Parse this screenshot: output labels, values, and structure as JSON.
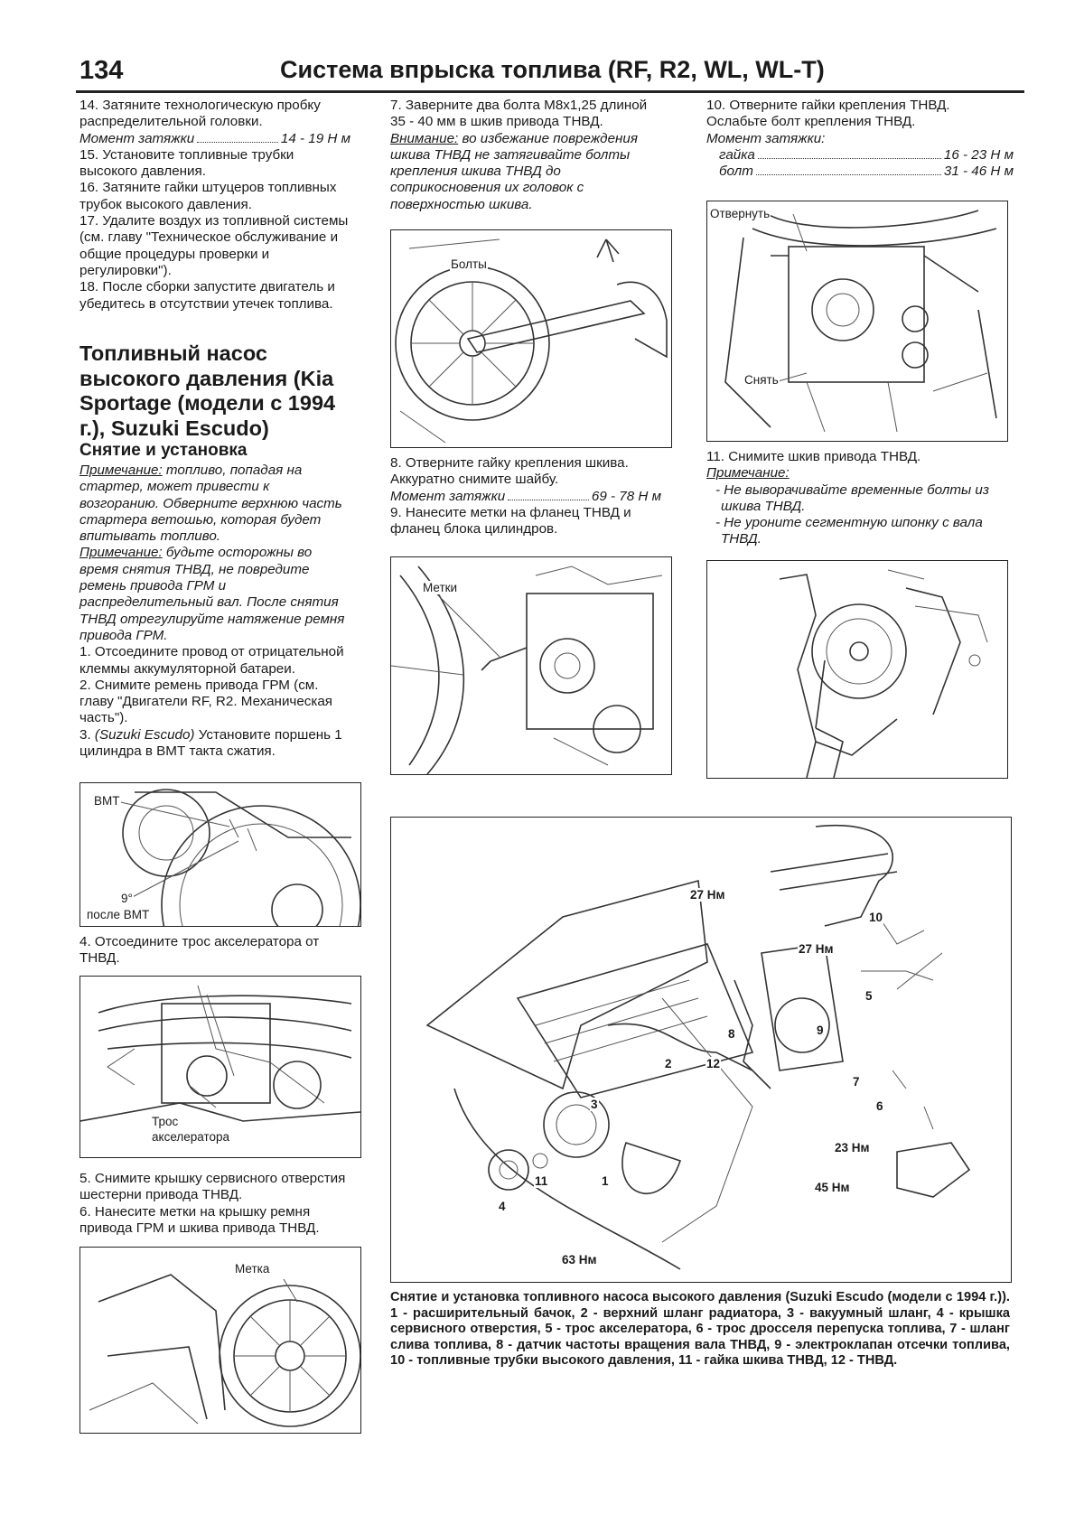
{
  "header": {
    "page_number": "134",
    "title": "Система впрыска топлива (RF, R2, WL, WL-T)"
  },
  "col1": {
    "s14": "14. Затяните технологическую пробку распределительной головки.",
    "t14_label": "Момент затяжки",
    "t14_value": "14 - 19 Н м",
    "s15": "15. Установите топливные трубки высокого давления.",
    "s16": "16. Затяните гайки штуцеров топливных трубок высокого давления.",
    "s17": "17. Удалите воздух из топливной системы (см. главу \"Техническое обслуживание и общие процедуры проверки и регулировки\").",
    "s18": "18. После сборки запустите двигатель и убедитесь в отсутствии утечек топлива.",
    "h_section": "Топливный насос высокого давления (Kia Sportage (модели с 1994 г.), Suzuki Escudo)",
    "h_sub": "Снятие и установка",
    "note_word": "Примечание:",
    "note1_text": "топливо, попадая на стартер, может привести к возгоранию. Обверните верхнюю часть стартера ветошью, которая будет впитывать топливо.",
    "note2_text": "будьте осторожны во время снятия ТНВД, не повредите ремень привода ГРМ и распределительный вал. После снятия ТНВД отрегулируйте натяжение ремня привода ГРМ.",
    "s1": "1. Отсоедините провод от отрицательной клеммы аккумуляторной батареи.",
    "s2": "2. Снимите ремень привода ГРМ (см. главу \"Двигатели RF, R2. Механическая часть\").",
    "s3_num": "3.",
    "s3_model": "(Suzuki Escudo)",
    "s3_text": "Установите поршень 1 цилиндра в ВМТ такта сжатия.",
    "fig1_l1": "ВМТ",
    "fig1_l2": "9°",
    "fig1_l3": "после ВМТ",
    "s4": "4. Отсоедините трос акселератора от ТНВД.",
    "fig2_l1": "Трос",
    "fig2_l2": "акселератора",
    "s5": "5. Снимите крышку сервисного отверстия шестерни привода ТНВД.",
    "s6": "6. Нанесите метки на крышку ремня привода ГРМ и шкива привода ТНВД.",
    "fig3_l1": "Метка"
  },
  "col2": {
    "s7": "7. Заверните два болта М8х1,25 длиной 35 - 40 мм в шкив привода ТНВД.",
    "warn_word": "Внимание:",
    "warn_text": "во избежание повреждения шкива ТНВД не затягивайте болты крепления шкива ТНВД до соприкосновения их головок с поверхностью шкива.",
    "fig4_l1": "Болты",
    "s8": "8. Отверните гайку крепления шкива. Аккуратно снимите шайбу.",
    "t8_label": "Момент затяжки",
    "t8_value": "69 - 78 Н м",
    "s9": "9. Нанесите метки на фланец ТНВД и фланец блока цилиндров.",
    "fig5_l1": "Метки"
  },
  "col3": {
    "s10": "10. Отверните гайки крепления ТНВД. Ослабьте болт крепления ТНВД.",
    "t10_label": "Момент затяжки:",
    "t10_a_label": "гайка",
    "t10_a_value": "16 - 23 Н м",
    "t10_b_label": "болт",
    "t10_b_value": "31 - 46 Н м",
    "fig6_l1": "Отвернуть",
    "fig6_l2": "Снять",
    "s11": "11. Снимите шкив привода ТНВД.",
    "note_word": "Примечание:",
    "note_b1": "- Не выворачивайте временные болты из шкива ТНВД.",
    "note_b2": "- Не уроните сегментную шпонку с вала ТНВД."
  },
  "bigfig": {
    "labels": [
      "27 Нм",
      "10",
      "27 Нм",
      "5",
      "9",
      "8",
      "12",
      "2",
      "3",
      "7",
      "6",
      "23 Нм",
      "45 Нм",
      "1",
      "11",
      "4",
      "63 Нм"
    ],
    "caption_title": "Снятие и установка топливного насоса высокого давления (Suzuki Escudo (модели с 1994 г.)).",
    "caption_text": "1 - расширительный бачок, 2 - верхний шланг радиатора, 3 - вакуумный шланг, 4 - крышка сервисного отверстия, 5 - трос акселератора, 6 - трос дросселя перепуска топлива, 7 - шланг слива топлива, 8 - датчик частоты вращения вала ТНВД, 9 - электроклапан отсечки топлива, 10 - топливные трубки высокого давления, 11 - гайка шкива ТНВД, 12 - ТНВД."
  }
}
